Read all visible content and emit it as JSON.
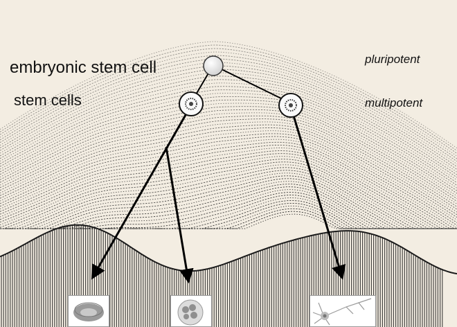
{
  "labels": {
    "embryonic_stem_cell": "embryonic stem cell",
    "stem_cells": "stem cells",
    "pluripotent": "pluripotent",
    "multipotent": "multipotent"
  },
  "colors": {
    "background": "#f3ede2",
    "ink": "#1b1b1b",
    "arrow": "#000000",
    "cell_fill": "#f8f8f8",
    "rbc": "#b0b0b0"
  },
  "cells": [
    {
      "name": "embryonic-stem-cell",
      "type": "pluripotent"
    },
    {
      "name": "stem-cell-left",
      "type": "multipotent"
    },
    {
      "name": "stem-cell-right",
      "type": "multipotent"
    }
  ],
  "differentiated_cells": [
    {
      "name": "red-blood-cell-image",
      "icon": "red-blood-cell"
    },
    {
      "name": "neutrophil-image",
      "icon": "neutrophil"
    },
    {
      "name": "neuron-image",
      "icon": "neuron"
    }
  ]
}
